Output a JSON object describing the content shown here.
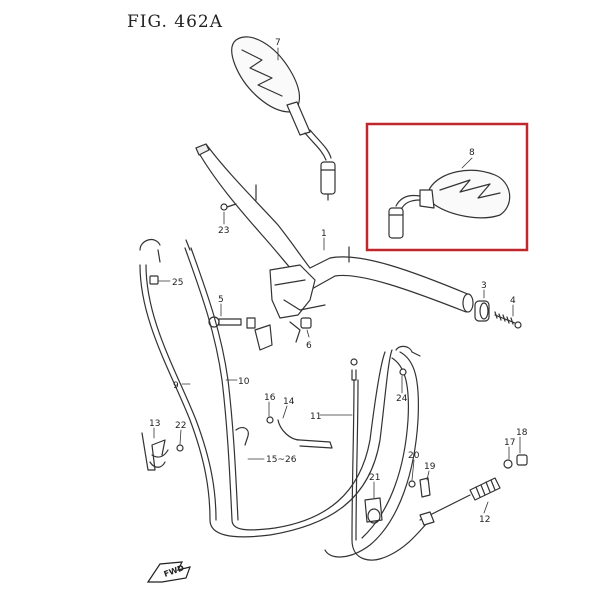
{
  "figure": {
    "title": "FIG. 462A",
    "fwd_label": "FWD"
  },
  "highlight": {
    "color": "#c0272d"
  },
  "parts": [
    {
      "id": "p1",
      "num": "1"
    },
    {
      "id": "p3",
      "num": "3"
    },
    {
      "id": "p4",
      "num": "4"
    },
    {
      "id": "p5",
      "num": "5"
    },
    {
      "id": "p6",
      "num": "6"
    },
    {
      "id": "p7",
      "num": "7"
    },
    {
      "id": "p8",
      "num": "8"
    },
    {
      "id": "p9",
      "num": "9"
    },
    {
      "id": "p10",
      "num": "10"
    },
    {
      "id": "p11",
      "num": "11"
    },
    {
      "id": "p12",
      "num": "12"
    },
    {
      "id": "p13",
      "num": "13"
    },
    {
      "id": "p14",
      "num": "14"
    },
    {
      "id": "p15",
      "num": "15~26"
    },
    {
      "id": "p16",
      "num": "16"
    },
    {
      "id": "p17",
      "num": "17"
    },
    {
      "id": "p18",
      "num": "18"
    },
    {
      "id": "p19",
      "num": "19"
    },
    {
      "id": "p20",
      "num": "20"
    },
    {
      "id": "p21",
      "num": "21"
    },
    {
      "id": "p22",
      "num": "22"
    },
    {
      "id": "p23",
      "num": "23"
    },
    {
      "id": "p24",
      "num": "24"
    },
    {
      "id": "p25",
      "num": "25"
    }
  ]
}
